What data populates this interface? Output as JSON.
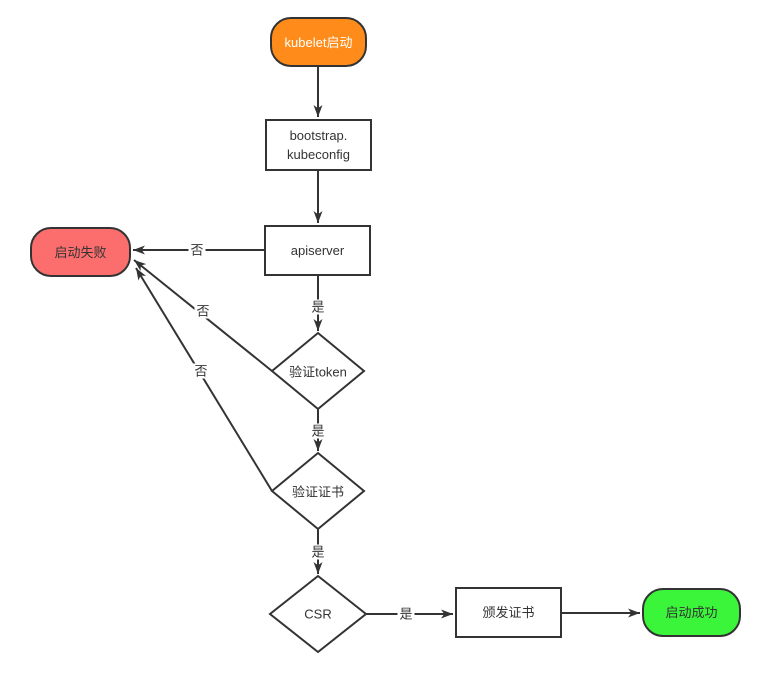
{
  "diagram": {
    "nodes": {
      "start": {
        "shape": "stadium",
        "label": "kubelet启动",
        "fill": "#FF8C1A",
        "text_color": "#FFFFFF"
      },
      "bootstrap": {
        "shape": "rect",
        "label_line1": "bootstrap.",
        "label_line2": "kubeconfig"
      },
      "apiserver": {
        "shape": "rect",
        "label": "apiserver"
      },
      "fail": {
        "shape": "stadium",
        "label": "启动失败",
        "fill": "#FC6E6E"
      },
      "verify_token": {
        "shape": "diamond",
        "label": "验证token"
      },
      "verify_cert": {
        "shape": "diamond",
        "label": "验证证书"
      },
      "csr": {
        "shape": "diamond",
        "label": "CSR"
      },
      "issue_cert": {
        "shape": "rect",
        "label": "颁发证书"
      },
      "success": {
        "shape": "stadium",
        "label": "启动成功",
        "fill": "#3BF53B"
      }
    },
    "edge_labels": {
      "apiserver_no": "否",
      "apiserver_yes": "是",
      "token_no": "否",
      "token_yes": "是",
      "cert_no": "否",
      "cert_yes": "是",
      "csr_yes": "是"
    },
    "colors": {
      "line": "#333333",
      "node_border": "#333333",
      "text": "#333333",
      "start_fill": "#FF8C1A",
      "fail_fill": "#FC6E6E",
      "success_fill": "#3BF53B",
      "background": "#FFFFFF"
    }
  }
}
